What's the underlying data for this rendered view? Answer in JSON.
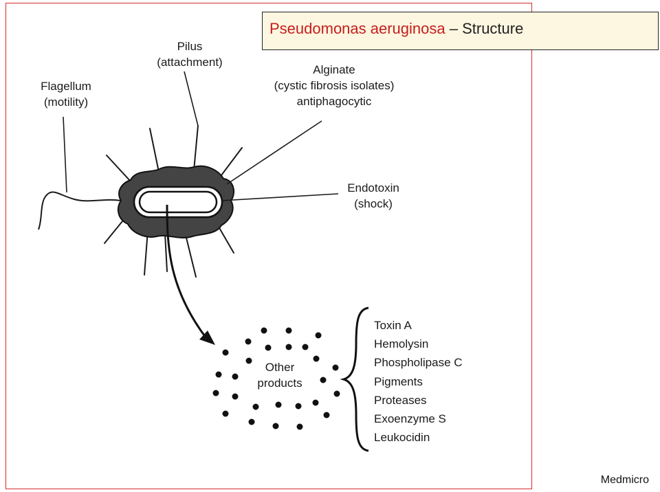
{
  "title": {
    "red": "Pseudomonas aeruginosa",
    "rest": " – Structure"
  },
  "labels": {
    "pilus": [
      "Pilus",
      "(attachment)"
    ],
    "flagellum": [
      "Flagellum",
      "(motility)"
    ],
    "alginate": [
      "Alginate",
      "(cystic fibrosis isolates)",
      "antiphagocytic"
    ],
    "endotoxin": [
      "Endotoxin",
      "(shock)"
    ],
    "other_products": [
      "Other",
      "products"
    ]
  },
  "products": [
    "Toxin A",
    "Hemolysin",
    "Phospholipase C",
    "Pigments",
    "Proteases",
    "Exoenzyme S",
    "Leukocidin"
  ],
  "footer": "Medmicro",
  "colors": {
    "frame": "#d62a2a",
    "title_red": "#c41e1e",
    "title_bg": "#fdf6e0",
    "capsule": "#444444"
  }
}
